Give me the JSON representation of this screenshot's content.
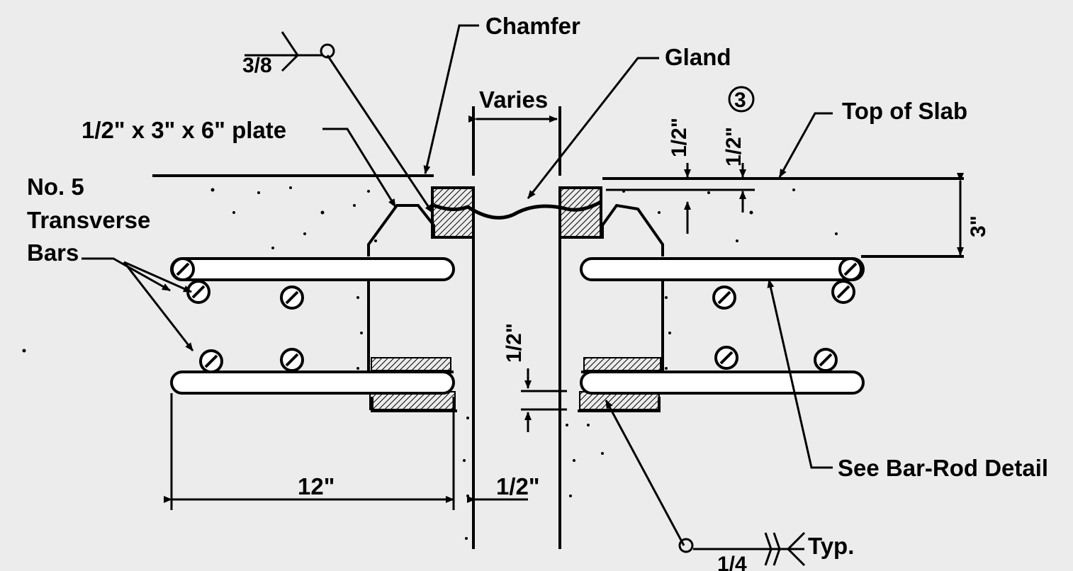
{
  "labels": {
    "chamfer": "Chamfer",
    "gland": "Gland",
    "weld_top": "3/8",
    "varies": "Varies",
    "plate": "1/2\" x 3\" x 6\" plate",
    "dim_half_a": "1/2\"",
    "dim_half_b": "1/2\"",
    "circle_num": "3",
    "top_of_slab": "Top of Slab",
    "bar_line1": "No. 5",
    "bar_line2": "Transverse",
    "bar_line3": "Bars",
    "dim_3in": "3\"",
    "dim_half_mid": "1/2\"",
    "dim_12": "12\"",
    "dim_half_bottom": "1/2\"",
    "see_detail": "See Bar-Rod Detail",
    "weld_bottom": "1/4",
    "typ": "Typ."
  }
}
